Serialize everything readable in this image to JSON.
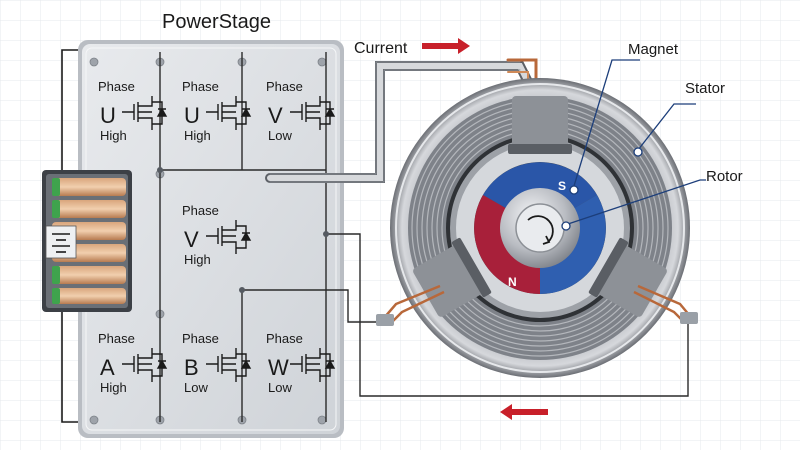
{
  "title": "PowerStage",
  "current_label": "Current",
  "labels": {
    "magnet": "Magnet",
    "stator": "Stator",
    "rotor": "Rotor",
    "pole_s": "S",
    "pole_n": "N"
  },
  "phases": [
    {
      "word": "Phase",
      "letter": "U",
      "level": "High"
    },
    {
      "word": "Phase",
      "letter": "U",
      "level": "High"
    },
    {
      "word": "Phase",
      "letter": "V",
      "level": "Low"
    },
    {
      "word": "Phase",
      "letter": "V",
      "level": "High"
    },
    {
      "word": "Phase",
      "letter": "A",
      "level": "High"
    },
    {
      "word": "Phase",
      "letter": "B",
      "level": "Low"
    },
    {
      "word": "Phase",
      "letter": "W",
      "level": "Low"
    }
  ],
  "colors": {
    "arrow": "#c8202a",
    "north": "#a8203a",
    "south": "#2a56a8",
    "copper": "#b8683a",
    "board": "#dcdfe3"
  }
}
